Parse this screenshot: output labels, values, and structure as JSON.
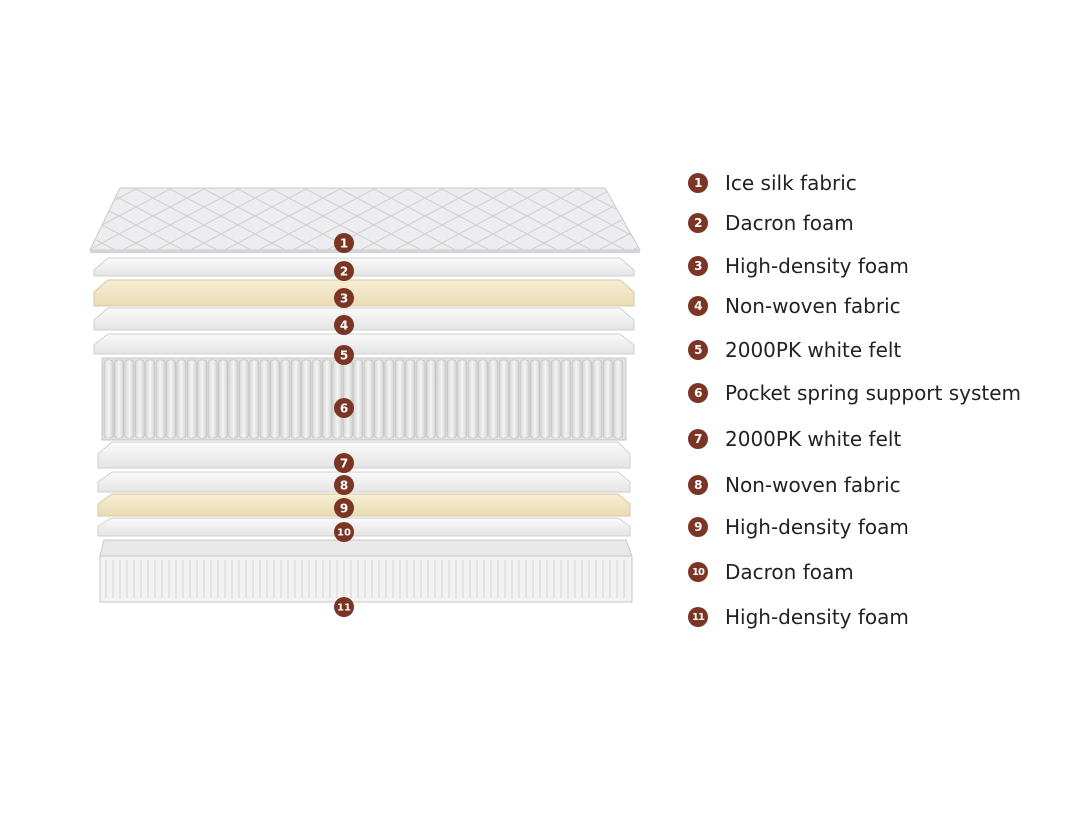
{
  "layers": [
    {
      "number": "1",
      "label": "Ice silk fabric"
    },
    {
      "number": "2",
      "label": "Dacron foam"
    },
    {
      "number": "3",
      "label": "High-density foam"
    },
    {
      "number": "4",
      "label": "Non-woven fabric"
    },
    {
      "number": "5",
      "label": "2000PK white felt"
    },
    {
      "number": "6",
      "label": "Pocket spring support system"
    },
    {
      "number": "7",
      "label": "2000PK white felt"
    },
    {
      "number": "8",
      "label": "Non-woven fabric"
    },
    {
      "number": "9",
      "label": "High-density foam"
    },
    {
      "number": "10",
      "label": "Dacron foam"
    },
    {
      "number": "11",
      "label": "High-density foam"
    }
  ],
  "colors": {
    "badge": "#7b3524",
    "foam_yellow": "#f3e6c2",
    "layer_white": "#f1f1f1",
    "fabric_top": "#ececef"
  }
}
